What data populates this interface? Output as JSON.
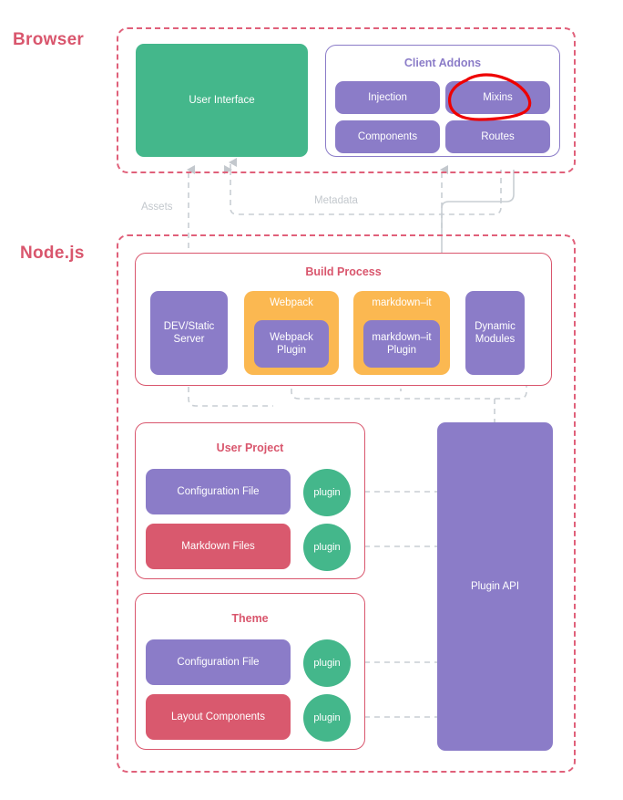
{
  "diagram": {
    "title": "VuePress-style architecture diagram",
    "zones": [
      {
        "id": "browser",
        "label": "Browser"
      },
      {
        "id": "nodejs",
        "label": "Node.js"
      }
    ],
    "flow_labels": [
      {
        "id": "assets",
        "text": "Assets"
      },
      {
        "id": "metadata",
        "text": "Metadata"
      }
    ],
    "browser": {
      "user_interface": "User Interface",
      "client_addons": {
        "title": "Client Addons",
        "items": [
          "Injection",
          "Mixins",
          "Components",
          "Routes"
        ]
      },
      "annotation": {
        "kind": "hand-drawn-red-circle",
        "target": "Mixins",
        "color": "#ee0000"
      }
    },
    "nodejs": {
      "build_process": {
        "title": "Build Process",
        "items": [
          {
            "label": "DEV/Static\nServer",
            "color": "purple"
          },
          {
            "label": "Webpack",
            "color": "orange",
            "child": "Webpack\nPlugin"
          },
          {
            "label": "markdown–it",
            "color": "orange",
            "child": "markdown–it\nPlugin"
          },
          {
            "label": "Dynamic\nModules",
            "color": "purple"
          }
        ]
      },
      "user_project": {
        "title": "User Project",
        "rows": [
          {
            "label": "Configuration File",
            "color": "purple",
            "plugin": "plugin"
          },
          {
            "label": "Markdown Files",
            "color": "pink",
            "plugin": "plugin"
          }
        ]
      },
      "theme": {
        "title": "Theme",
        "rows": [
          {
            "label": "Configuration File",
            "color": "purple",
            "plugin": "plugin"
          },
          {
            "label": "Layout Components",
            "color": "pink",
            "plugin": "plugin"
          }
        ]
      },
      "plugin_api": "Plugin API"
    },
    "colors": {
      "green": "#44b78b",
      "purple": "#8b7cc8",
      "orange": "#fbb851",
      "pink": "#d9596e",
      "zone_border": "#e0607a",
      "group_border": "#d9566d",
      "connector": "#c8ced3",
      "annotation_red": "#ee0000",
      "label_red": "#d9566d"
    }
  }
}
